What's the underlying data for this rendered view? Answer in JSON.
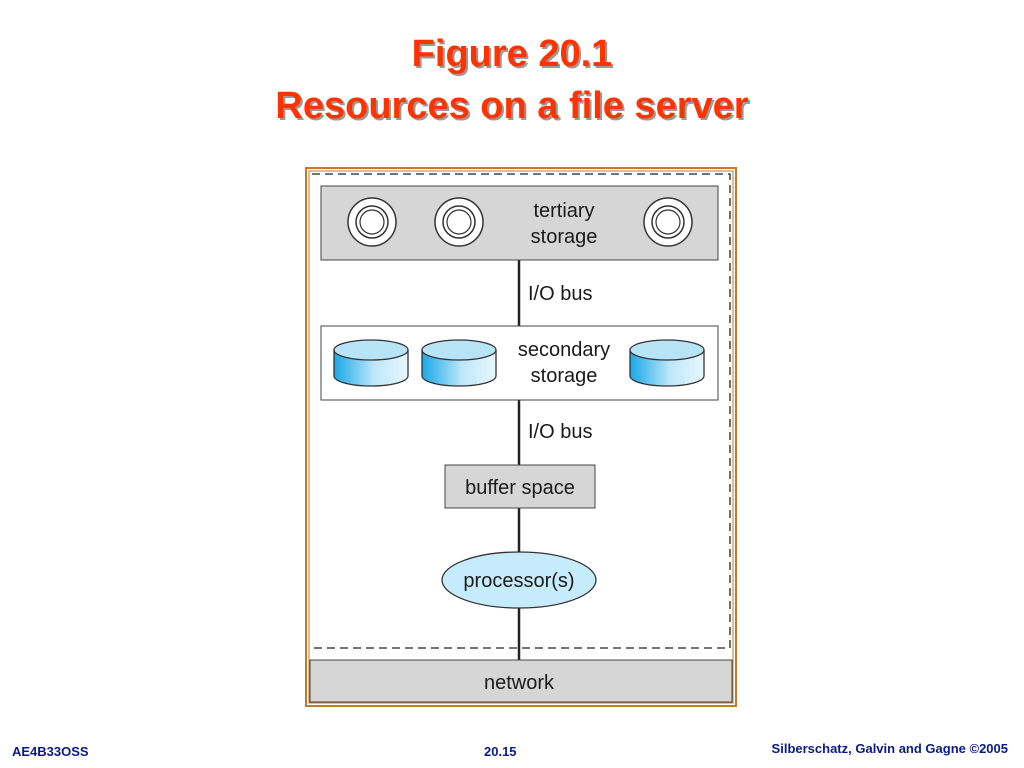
{
  "title": {
    "line1": "Figure 20.1",
    "line2": "Resources on a file server"
  },
  "diagram": {
    "tertiary_storage": {
      "line1": "tertiary",
      "line2": "storage"
    },
    "bus_top": "I/O bus",
    "secondary_storage": {
      "line1": "secondary",
      "line2": "storage"
    },
    "bus_bottom": "I/O bus",
    "buffer_space": "buffer space",
    "processor": "processor(s)",
    "network": "network"
  },
  "footer": {
    "course": "AE4B33OSS",
    "page": "20.15",
    "copyright": "Silberschatz, Galvin and Gagne ©2005"
  },
  "colors": {
    "title": "#ff3300",
    "footer": "#0a1a8c",
    "frame": "#c8782a",
    "gray_box": "#d6d6d6",
    "disk_blue": "#b8e4f8",
    "processor_fill": "#c6ecfb"
  }
}
